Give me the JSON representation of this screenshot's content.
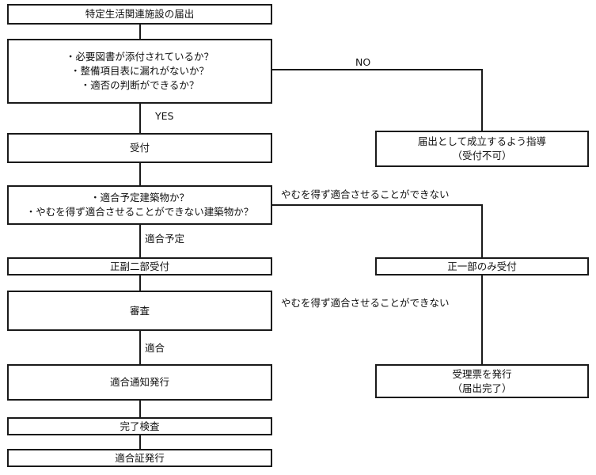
{
  "boxes": {
    "notification": "特定生活関連施設の届出",
    "checklist": [
      "・必要図書が添付されているか？",
      "・整備項目表に漏れがないか？",
      "・適否の判断ができるか？"
    ],
    "accept": "受付",
    "guide": [
      "届出として成立するよう指導",
      "（受付不可）"
    ],
    "building_check": [
      "・適合予定建築物か？",
      "・やむを得ず適合させることができない建築物か？"
    ],
    "two_copies": "正副二部受付",
    "original_only": "正一部のみ受付",
    "review": "審査",
    "receipt": [
      "受理票を発行",
      "（届出完了）"
    ],
    "compliance_notice": "適合通知発行",
    "completion_inspection": "完了検査",
    "certificate": "適合証発行"
  },
  "labels": {
    "no": "NO",
    "yes": "YES",
    "unavoidable_1": "やむを得ず適合させることができない",
    "planned": "適合予定",
    "unavoidable_2": "やむを得ず適合させることができない",
    "conforming": "適合"
  }
}
